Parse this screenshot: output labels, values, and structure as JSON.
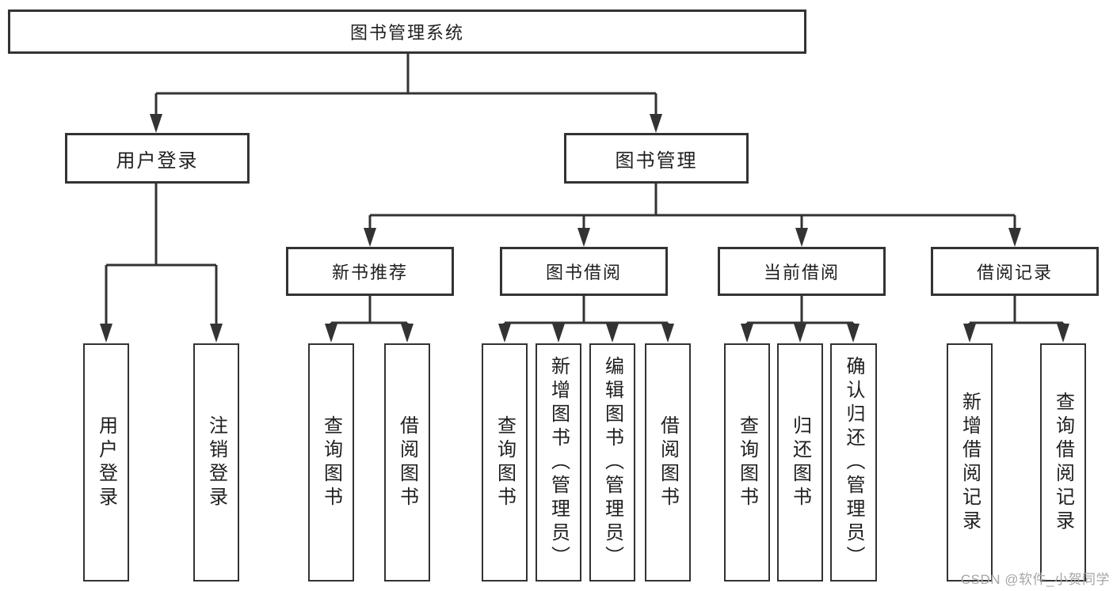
{
  "diagram": {
    "title": "图书管理系统",
    "branches": [
      {
        "label": "用户登录",
        "children": [
          {
            "label": "用户登录"
          },
          {
            "label": "注销登录"
          }
        ]
      },
      {
        "label": "图书管理",
        "children": [
          {
            "label": "新书推荐",
            "children": [
              {
                "label": "查询图书"
              },
              {
                "label": "借阅图书"
              }
            ]
          },
          {
            "label": "图书借阅",
            "children": [
              {
                "label": "查询图书"
              },
              {
                "label": "新增图书（管理员）"
              },
              {
                "label": "编辑图书（管理员）"
              },
              {
                "label": "借阅图书"
              }
            ]
          },
          {
            "label": "当前借阅",
            "children": [
              {
                "label": "查询图书"
              },
              {
                "label": "归还图书"
              },
              {
                "label": "确认归还（管理员）"
              }
            ]
          },
          {
            "label": "借阅记录",
            "children": [
              {
                "label": "新增借阅记录"
              },
              {
                "label": "查询借阅记录"
              }
            ]
          }
        ]
      }
    ]
  },
  "watermark": "CSDN @软件_小贺同学",
  "colors": {
    "line": "#333333",
    "box_border": "#333333",
    "box_background": "#ffffff",
    "text": "#1f1f1f",
    "watermark": "#a6a6a6"
  }
}
